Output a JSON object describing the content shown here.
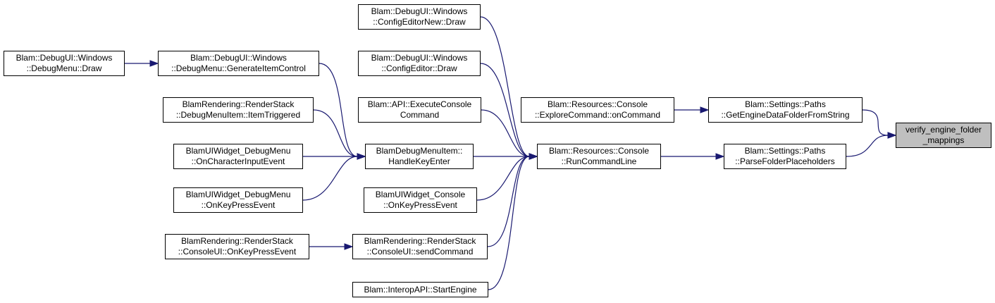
{
  "colors": {
    "edge": "#191970",
    "border": "#000000",
    "node_fill": "#ffffff",
    "root_fill": "#bfbfbf"
  },
  "nodes": {
    "verify": {
      "line1": "verify_engine_folder",
      "line2": "_mappings"
    },
    "get_engine_data": {
      "line1": "Blam::Settings::Paths",
      "line2": "::GetEngineDataFolderFromString"
    },
    "parse_folder": {
      "line1": "Blam::Settings::Paths",
      "line2": "::ParseFolderPlaceholders"
    },
    "explore_command": {
      "line1": "Blam::Resources::Console",
      "line2": "::ExploreCommand::onCommand"
    },
    "run_command_line": {
      "line1": "Blam::Resources::Console",
      "line2": "::RunCommandLine"
    },
    "config_editor_new": {
      "line1": "Blam::DebugUI::Windows",
      "line2": "::ConfigEditorNew::Draw"
    },
    "config_editor": {
      "line1": "Blam::DebugUI::Windows",
      "line2": "::ConfigEditor::Draw"
    },
    "execute_console": {
      "line1": "Blam::API::ExecuteConsole",
      "line2": "Command"
    },
    "handle_key_enter": {
      "line1": "BlamDebugMenuItem::",
      "line2": "HandleKeyEnter"
    },
    "console_widget_keypress": {
      "line1": "BlamUIWidget_Console",
      "line2": "::OnKeyPressEvent"
    },
    "send_command": {
      "line1": "BlamRendering::RenderStack",
      "line2": "::ConsoleUI::sendCommand"
    },
    "start_engine": {
      "line1": "Blam::InteropAPI::StartEngine",
      "line2": ""
    },
    "debug_menu_draw": {
      "line1": "Blam::DebugUI::Windows",
      "line2": "::DebugMenu::Draw"
    },
    "generate_item_control": {
      "line1": "Blam::DebugUI::Windows",
      "line2": "::DebugMenu::GenerateItemControl"
    },
    "item_triggered": {
      "line1": "BlamRendering::RenderStack",
      "line2": "::DebugMenuItem::ItemTriggered"
    },
    "debugmenu_char_input": {
      "line1": "BlamUIWidget_DebugMenu",
      "line2": "::OnCharacterInputEvent"
    },
    "debugmenu_keypress": {
      "line1": "BlamUIWidget_DebugMenu",
      "line2": "::OnKeyPressEvent"
    },
    "consoleui_keypress": {
      "line1": "BlamRendering::RenderStack",
      "line2": "::ConsoleUI::OnKeyPressEvent"
    }
  },
  "edges": [
    [
      "get_engine_data",
      "verify"
    ],
    [
      "parse_folder",
      "verify"
    ],
    [
      "explore_command",
      "get_engine_data"
    ],
    [
      "run_command_line",
      "parse_folder"
    ],
    [
      "config_editor_new",
      "run_command_line"
    ],
    [
      "config_editor",
      "run_command_line"
    ],
    [
      "execute_console",
      "run_command_line"
    ],
    [
      "handle_key_enter",
      "run_command_line"
    ],
    [
      "console_widget_keypress",
      "run_command_line"
    ],
    [
      "send_command",
      "run_command_line"
    ],
    [
      "start_engine",
      "run_command_line"
    ],
    [
      "debug_menu_draw",
      "generate_item_control"
    ],
    [
      "generate_item_control",
      "handle_key_enter"
    ],
    [
      "item_triggered",
      "handle_key_enter"
    ],
    [
      "debugmenu_char_input",
      "handle_key_enter"
    ],
    [
      "debugmenu_keypress",
      "handle_key_enter"
    ],
    [
      "consoleui_keypress",
      "send_command"
    ]
  ]
}
